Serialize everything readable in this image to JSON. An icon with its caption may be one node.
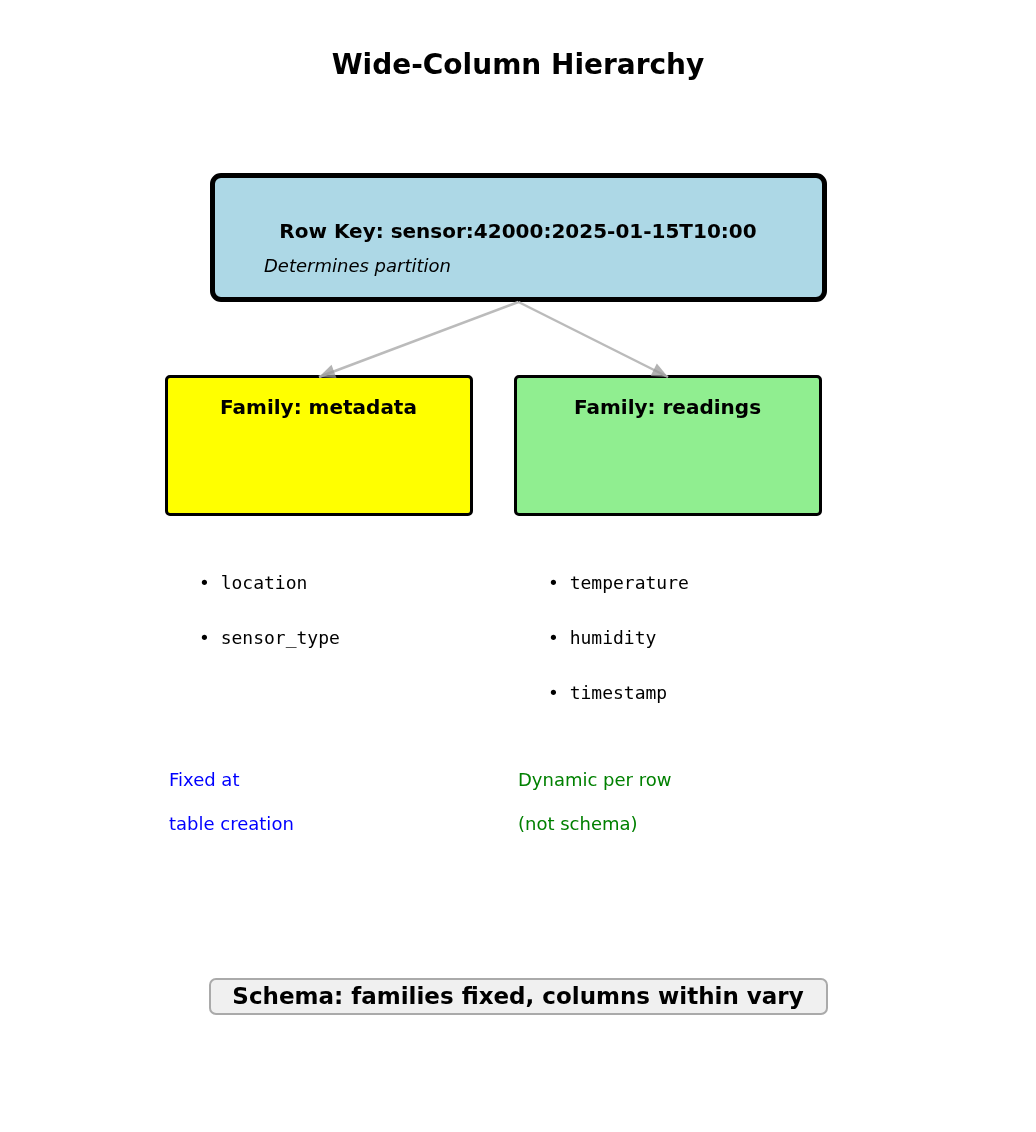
{
  "diagram": {
    "title": "Wide-Column Hierarchy",
    "nodes": [
      {
        "text": [
          "Row Key: sensor:42000:2025-01-15T10:00",
          "Determines partition"
        ]
      },
      {
        "text": [
          "Family: metadata"
        ]
      },
      {
        "text": [
          "Family: readings"
        ]
      },
      {
        "text": [
          "Schema: families fixed, columns within vary"
        ]
      }
    ],
    "edges": [
      {
        "from": 0,
        "to": 1,
        "arrow": "to"
      },
      {
        "from": 0,
        "to": 2,
        "arrow": "to"
      }
    ],
    "labels": [
      "• location",
      "• sensor_type",
      "• temperature",
      "• humidity",
      "• timestamp",
      "Fixed at",
      "table creation",
      "Dynamic per row",
      "(not schema)"
    ]
  }
}
